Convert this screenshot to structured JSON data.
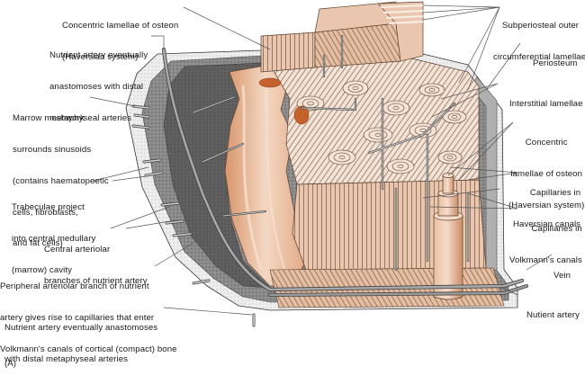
{
  "figure": {
    "panel_label": "(A)",
    "colors": {
      "bone_tan": "#e8c4aa",
      "bone_light": "#f6e6da",
      "bone_dark": "#c98d68",
      "marrow_orange": "#d2703a",
      "vessel_gray": "#8f8f8f",
      "cortex_gray": "#9a9a9a",
      "marrow_dark": "#5e5e5e",
      "periosteum_gray": "#b0b0b0",
      "leader_line": "#555555"
    }
  },
  "labels": {
    "concentric_top": [
      "Concentric lamellae of osteon",
      "(Haversian system)"
    ],
    "nutrient_top": [
      "Nutrient artery eventually",
      "anastomoses with distal",
      "metaphyseal arteries"
    ],
    "marrow": [
      "Marrow meshwork",
      "surrounds sinusoids",
      "(contains haematopoetic",
      "cells, fibroblasts,",
      "and fat cells)"
    ],
    "trabeculae": [
      "Trabeculae project",
      "into central medullary",
      "(marrow) cavity"
    ],
    "central_arteriolar": [
      "Central arteriolar",
      "branches of nutrient artery"
    ],
    "peripheral_arteriolar": [
      "Peripheral arteriolar branch of nutrient",
      "artery gives rise to capillaries that enter",
      "Volkmann's canals of cortical (compact) bone"
    ],
    "nutrient_bottom": [
      "Nutrient artery eventually anastomoses",
      "with distal metaphyseal arteries"
    ],
    "subperiosteal": [
      "Subperiosteal outer",
      "circumferential lamellae"
    ],
    "periosteum": [
      "Periosteum"
    ],
    "interstitial": [
      "Interstitial lamellae"
    ],
    "concentric_right": [
      "Concentric",
      "lamellae of osteon",
      "(Haversian system)"
    ],
    "cap_haversian": [
      "Capillaries in",
      "Haversian canals"
    ],
    "cap_volkmann": [
      "Capillaries in",
      "Volkmann's canals"
    ],
    "vein": [
      "Vein"
    ],
    "nutrient_artery": [
      "Nutient artery"
    ]
  }
}
